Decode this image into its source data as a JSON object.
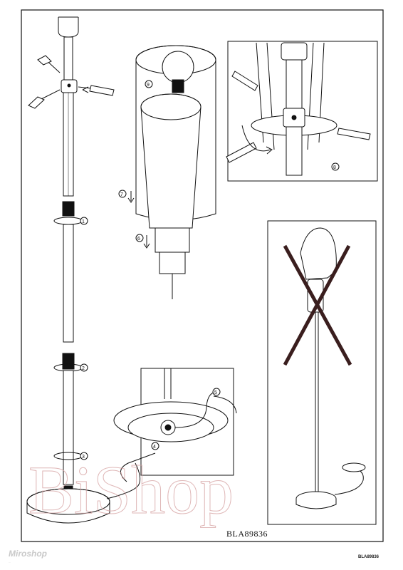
{
  "document": {
    "model_code": "BLA89836",
    "page_code": "BLA89836"
  },
  "watermark": {
    "text": "BiShop"
  },
  "branding": {
    "name": "Miroshop",
    "tagline": "..."
  },
  "steps": [
    {
      "number": "1",
      "panel": "main-assembly"
    },
    {
      "number": "2",
      "panel": "main-assembly"
    },
    {
      "number": "3",
      "panel": "main-assembly"
    },
    {
      "number": "4",
      "panel": "base-detail"
    },
    {
      "number": "5",
      "panel": "base-detail"
    },
    {
      "number": "6",
      "panel": "shade-detail"
    },
    {
      "number": "7",
      "panel": "shade-detail"
    },
    {
      "number": "8",
      "panel": "hub-detail"
    },
    {
      "number": "9",
      "panel": "shade-detail"
    }
  ],
  "icons": {
    "warning": "do-not-cover-cross-icon",
    "rotation": "rotate-arrow-icon"
  },
  "colors": {
    "line": "#111111",
    "watermark": "#d8a6a6",
    "brand": "#c9c9c9"
  }
}
